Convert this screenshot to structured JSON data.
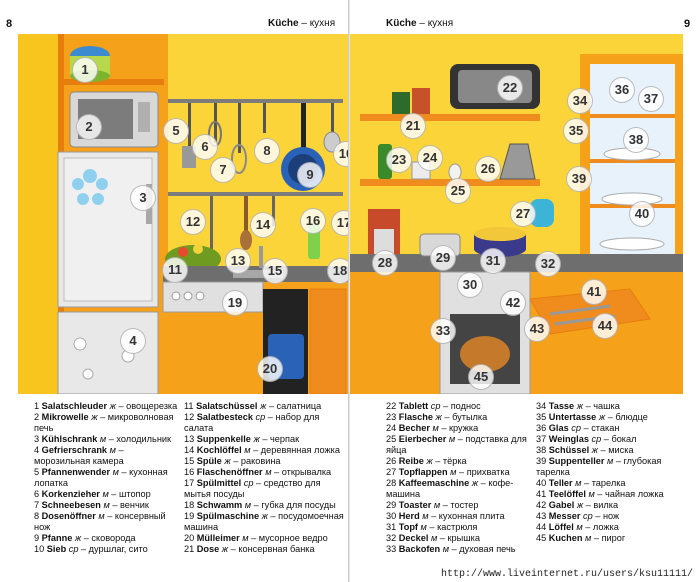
{
  "left_page": {
    "number": "8",
    "title_de": "Küche",
    "title_ru": "кухня"
  },
  "right_page": {
    "number": "9",
    "title_de": "Küche",
    "title_ru": "кухня"
  },
  "vocabulary": [
    {
      "n": "1",
      "de": "Salatschleuder",
      "g": "ж",
      "ru": "овощерезка"
    },
    {
      "n": "2",
      "de": "Mikrowelle",
      "g": "ж",
      "ru": "микроволновая печь"
    },
    {
      "n": "3",
      "de": "Kühlschrank",
      "g": "м",
      "ru": "холодильник"
    },
    {
      "n": "4",
      "de": "Gefrierschrank",
      "g": "м",
      "ru": "морозильная камера"
    },
    {
      "n": "5",
      "de": "Pfannenwender",
      "g": "м",
      "ru": "кухонная лопатка"
    },
    {
      "n": "6",
      "de": "Korkenzieher",
      "g": "м",
      "ru": "штопор"
    },
    {
      "n": "7",
      "de": "Schneebesen",
      "g": "м",
      "ru": "венчик"
    },
    {
      "n": "8",
      "de": "Dosenöffner",
      "g": "м",
      "ru": "консервный нож"
    },
    {
      "n": "9",
      "de": "Pfanne",
      "g": "ж",
      "ru": "сковорода"
    },
    {
      "n": "10",
      "de": "Sieb",
      "g": "ср",
      "ru": "дуршлаг, сито"
    },
    {
      "n": "11",
      "de": "Salatschüssel",
      "g": "ж",
      "ru": "салатница"
    },
    {
      "n": "12",
      "de": "Salatbesteck",
      "g": "ср",
      "ru": "набор для салата"
    },
    {
      "n": "13",
      "de": "Suppenkelle",
      "g": "ж",
      "ru": "черпак"
    },
    {
      "n": "14",
      "de": "Kochlöffel",
      "g": "м",
      "ru": "деревянная ложка"
    },
    {
      "n": "15",
      "de": "Spüle",
      "g": "ж",
      "ru": "раковина"
    },
    {
      "n": "16",
      "de": "Flaschenöffner",
      "g": "м",
      "ru": "открывалка"
    },
    {
      "n": "17",
      "de": "Spülmittel",
      "g": "ср",
      "ru": "средство для мытья посуды"
    },
    {
      "n": "18",
      "de": "Schwamm",
      "g": "м",
      "ru": "губка для посуды"
    },
    {
      "n": "19",
      "de": "Spülmaschine",
      "g": "ж",
      "ru": "посудомоечная машина"
    },
    {
      "n": "20",
      "de": "Mülleimer",
      "g": "м",
      "ru": "мусорное ведро"
    },
    {
      "n": "21",
      "de": "Dose",
      "g": "ж",
      "ru": "консервная банка"
    },
    {
      "n": "22",
      "de": "Tablett",
      "g": "ср",
      "ru": "поднос"
    },
    {
      "n": "23",
      "de": "Flasche",
      "g": "ж",
      "ru": "бутылка"
    },
    {
      "n": "24",
      "de": "Becher",
      "g": "м",
      "ru": "кружка"
    },
    {
      "n": "25",
      "de": "Eierbecher",
      "g": "м",
      "ru": "подставка для яйца"
    },
    {
      "n": "26",
      "de": "Reibe",
      "g": "ж",
      "ru": "тёрка"
    },
    {
      "n": "27",
      "de": "Topflappen",
      "g": "м",
      "ru": "прихватка"
    },
    {
      "n": "28",
      "de": "Kaffeemaschine",
      "g": "ж",
      "ru": "кофе-машина"
    },
    {
      "n": "29",
      "de": "Toaster",
      "g": "м",
      "ru": "тостер"
    },
    {
      "n": "30",
      "de": "Herd",
      "g": "м",
      "ru": "кухонная плита"
    },
    {
      "n": "31",
      "de": "Topf",
      "g": "м",
      "ru": "кастрюля"
    },
    {
      "n": "32",
      "de": "Deckel",
      "g": "м",
      "ru": "крышка"
    },
    {
      "n": "33",
      "de": "Backofen",
      "g": "м",
      "ru": "духовая печь"
    },
    {
      "n": "34",
      "de": "Tasse",
      "g": "ж",
      "ru": "чашка"
    },
    {
      "n": "35",
      "de": "Untertasse",
      "g": "ж",
      "ru": "блюдце"
    },
    {
      "n": "36",
      "de": "Glas",
      "g": "ср",
      "ru": "стакан"
    },
    {
      "n": "37",
      "de": "Weinglas",
      "g": "ср",
      "ru": "бокал"
    },
    {
      "n": "38",
      "de": "Schüssel",
      "g": "ж",
      "ru": "миска"
    },
    {
      "n": "39",
      "de": "Suppenteller",
      "g": "м",
      "ru": "глубокая тарелка"
    },
    {
      "n": "40",
      "de": "Teller",
      "g": "м",
      "ru": "тарелка"
    },
    {
      "n": "41",
      "de": "Teelöffel",
      "g": "м",
      "ru": "чайная ложка"
    },
    {
      "n": "42",
      "de": "Gabel",
      "g": "ж",
      "ru": "вилка"
    },
    {
      "n": "43",
      "de": "Messer",
      "g": "ср",
      "ru": "нож"
    },
    {
      "n": "44",
      "de": "Löffel",
      "g": "м",
      "ru": "ложка"
    },
    {
      "n": "45",
      "de": "Kuchen",
      "g": "м",
      "ru": "пирог"
    }
  ],
  "watermark": "http://www.liveinternet.ru/users/ksu11111/",
  "colors": {
    "wall": "#f7c51e",
    "cabinet": "#f6a11a",
    "cabinet_dark": "#e57e0c",
    "fridge": "#d9d9d9",
    "counter": "#6e6e6e",
    "shelf": "#f08b1d",
    "pot_blue": "#2a62b8"
  }
}
